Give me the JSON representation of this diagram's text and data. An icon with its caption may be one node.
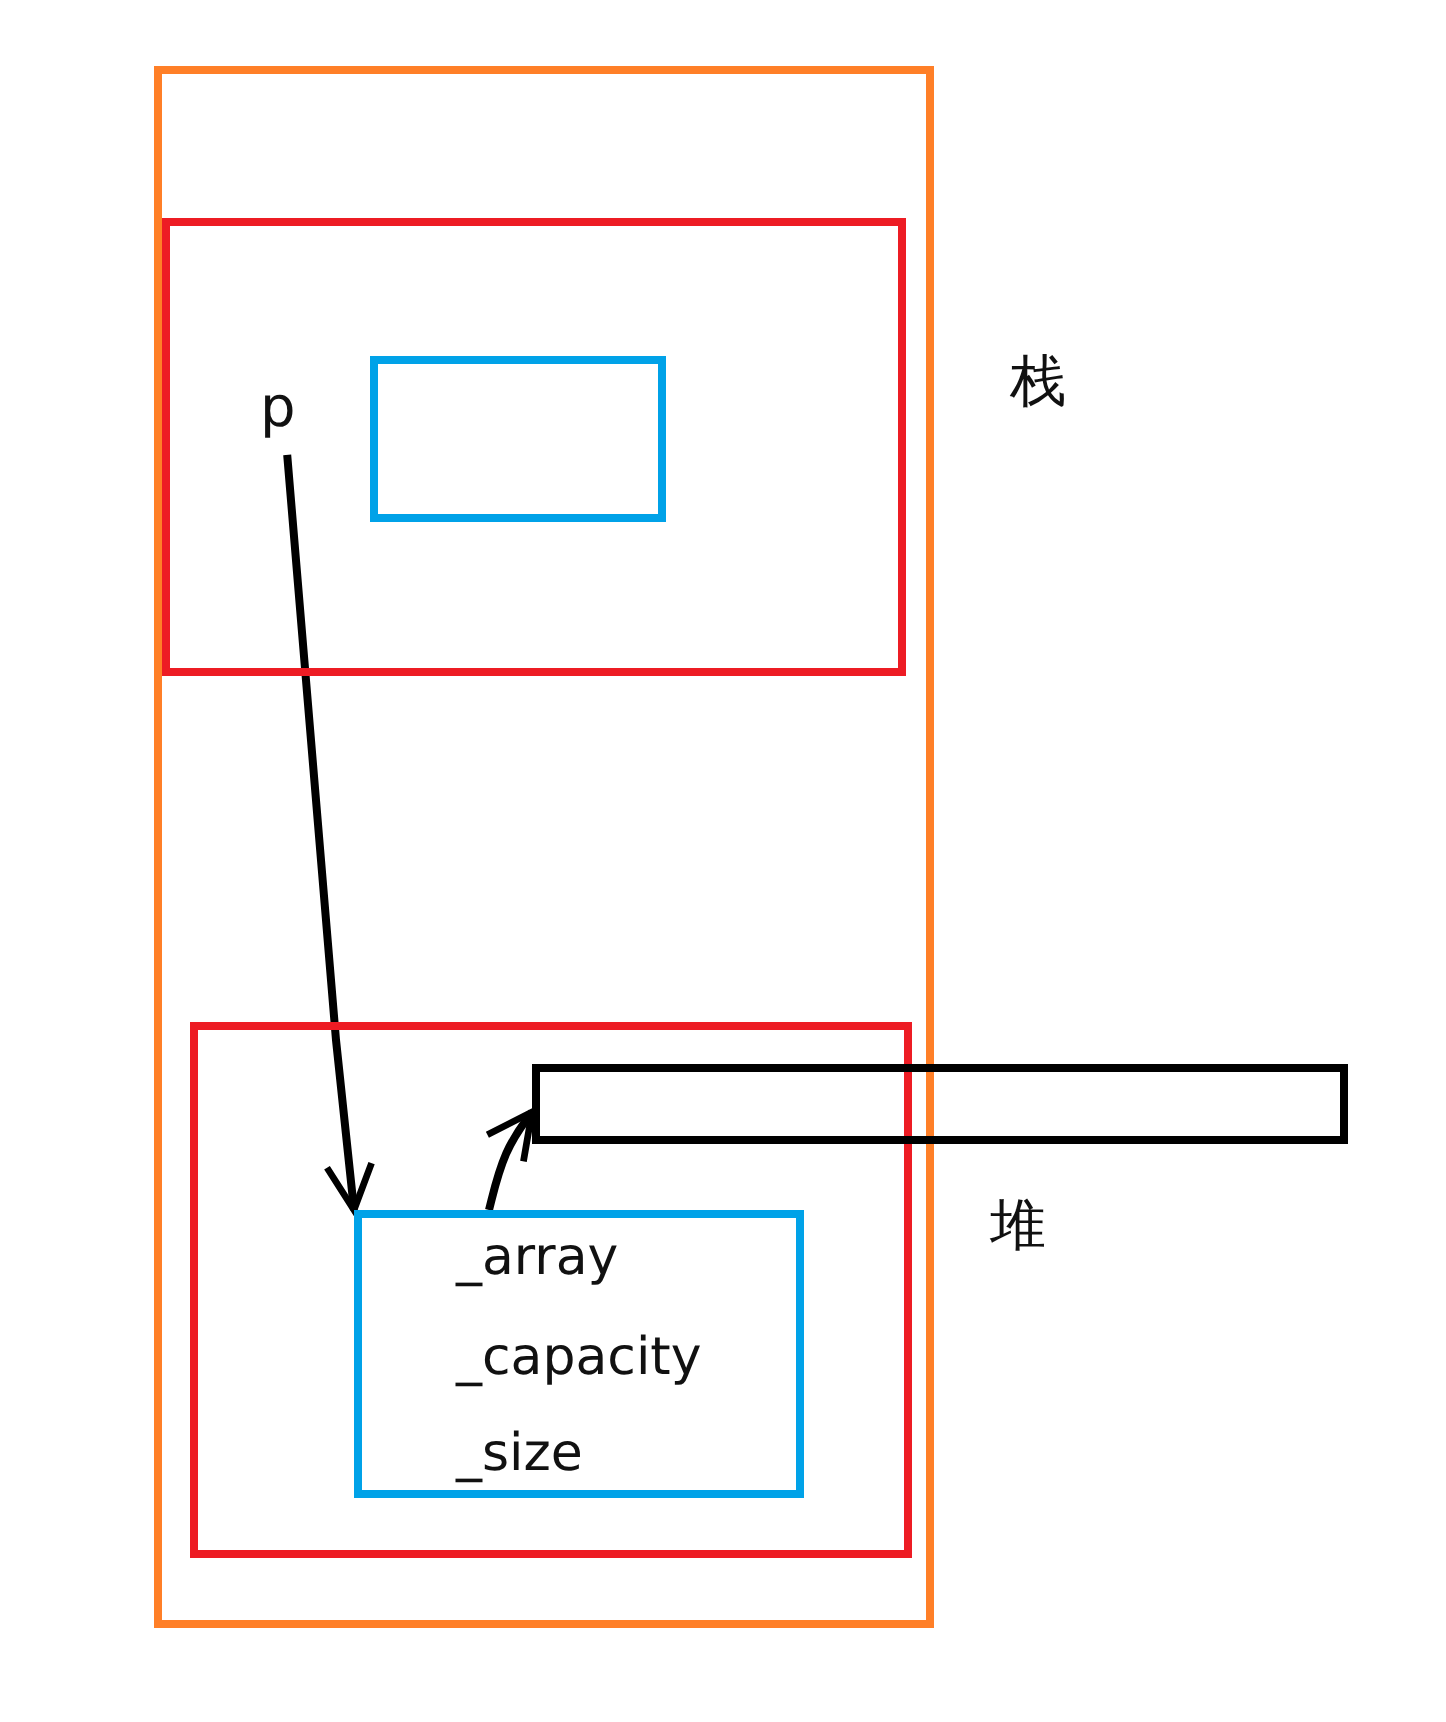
{
  "diagram": {
    "nodes": [
      {
        "text": [],
        "shape": "box"
      },
      {
        "text": [],
        "shape": "box",
        "in": 0,
        "beside": [
          "栈"
        ]
      },
      {
        "text": [
          "p"
        ],
        "in": 1
      },
      {
        "text": [],
        "shape": "box",
        "in": 1
      },
      {
        "text": [],
        "shape": "box",
        "in": 0,
        "beside": [
          "堆"
        ]
      },
      {
        "text": [
          "_array",
          "_capacity",
          "_size"
        ],
        "in": 4
      },
      {
        "text": [],
        "shape": "box"
      }
    ],
    "edges": [
      {
        "from": 2,
        "to": 5,
        "arrow": "to"
      },
      {
        "from": 5,
        "to": 6,
        "arrow": "to"
      }
    ]
  }
}
